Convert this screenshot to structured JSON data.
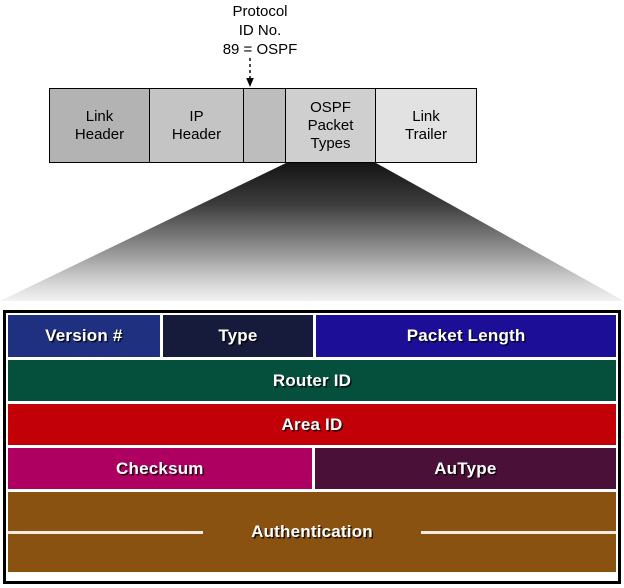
{
  "annotation": {
    "line1": "Protocol",
    "line2": "ID No.",
    "line3": "89 = OSPF",
    "arrow_icon": "dashed-down-arrow-icon"
  },
  "frame_strip": {
    "cells": [
      {
        "name": "link-header",
        "line1": "Link",
        "line2": "Header",
        "line3": "",
        "width": 100,
        "color": "#b3b3b3"
      },
      {
        "name": "ip-header",
        "line1": "IP",
        "line2": "Header",
        "line3": "",
        "width": 94,
        "color": "#c4c4c4"
      },
      {
        "name": "unlabeled-field",
        "line1": "",
        "line2": "",
        "line3": "",
        "width": 42,
        "color": "#bdbdbd"
      },
      {
        "name": "ospf-packet-types",
        "line1": "OSPF",
        "line2": "Packet",
        "line3": "Types",
        "width": 90,
        "color": "#cfcfcf"
      },
      {
        "name": "link-trailer",
        "line1": "Link",
        "line2": "Trailer",
        "line3": "",
        "width": 100,
        "color": "#e2e2e2"
      }
    ]
  },
  "funnel": {
    "name": "expansion-funnel",
    "top_color": "#141414",
    "bottom_color": "#f0f0f0"
  },
  "ospf_header": {
    "rows": [
      {
        "fields": [
          {
            "label": "Version #",
            "width_pct": 25.2,
            "color": "#1f3080",
            "height": 42
          },
          {
            "label": "Type",
            "width_pct": 25.0,
            "color": "#161b3c",
            "height": 42
          },
          {
            "label": "Packet Length",
            "width_pct": 49.8,
            "color": "#1c0e96",
            "height": 42
          }
        ]
      },
      {
        "fields": [
          {
            "label": "Router ID",
            "width_pct": 100,
            "color": "#04503c",
            "height": 41
          }
        ]
      },
      {
        "fields": [
          {
            "label": "Area ID",
            "width_pct": 100,
            "color": "#c10008",
            "height": 41
          }
        ]
      },
      {
        "fields": [
          {
            "label": "Checksum",
            "width_pct": 50.2,
            "color": "#ad0060",
            "height": 41
          },
          {
            "label": "AuType",
            "width_pct": 49.8,
            "color": "#4a1038",
            "height": 41
          }
        ]
      },
      {
        "fields": [
          {
            "label": "Authentication",
            "width_pct": 100,
            "color": "#8a5210",
            "height": 80,
            "has_rules": true
          }
        ]
      }
    ]
  }
}
